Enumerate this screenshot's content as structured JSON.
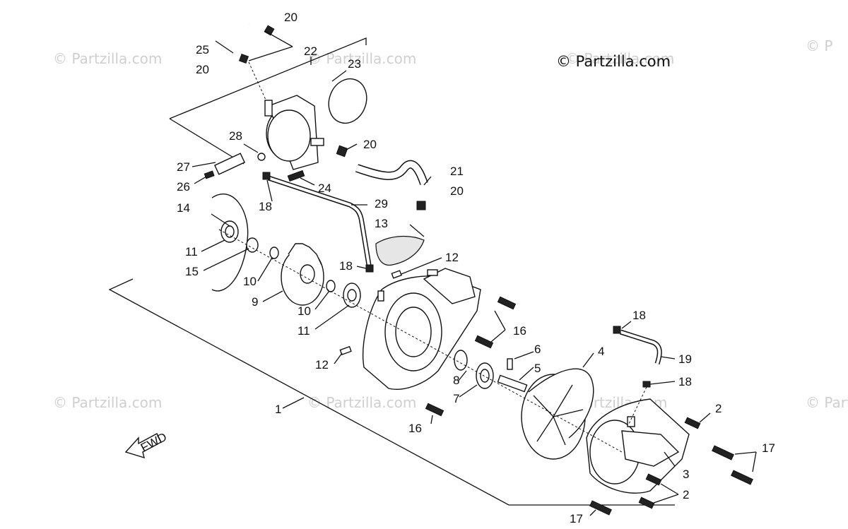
{
  "watermarks": [
    "© Partzilla.com",
    "© Partzilla.com",
    "© Partzilla.com",
    "© Partzilla.com",
    "© Partzilla.com",
    "© Partzilla.com",
    "© Partzilla.com",
    "© P"
  ],
  "brand": "© Partzilla.com",
  "fwd_label": "FWD",
  "callouts": [
    "1",
    "2",
    "2",
    "3",
    "4",
    "5",
    "6",
    "7",
    "8",
    "9",
    "10",
    "10",
    "11",
    "11",
    "12",
    "12",
    "13",
    "14",
    "15",
    "16",
    "16",
    "17",
    "17",
    "18",
    "18",
    "18",
    "18",
    "19",
    "20",
    "20",
    "20",
    "20",
    "21",
    "22",
    "23",
    "24",
    "25",
    "26",
    "27",
    "28",
    "29"
  ]
}
